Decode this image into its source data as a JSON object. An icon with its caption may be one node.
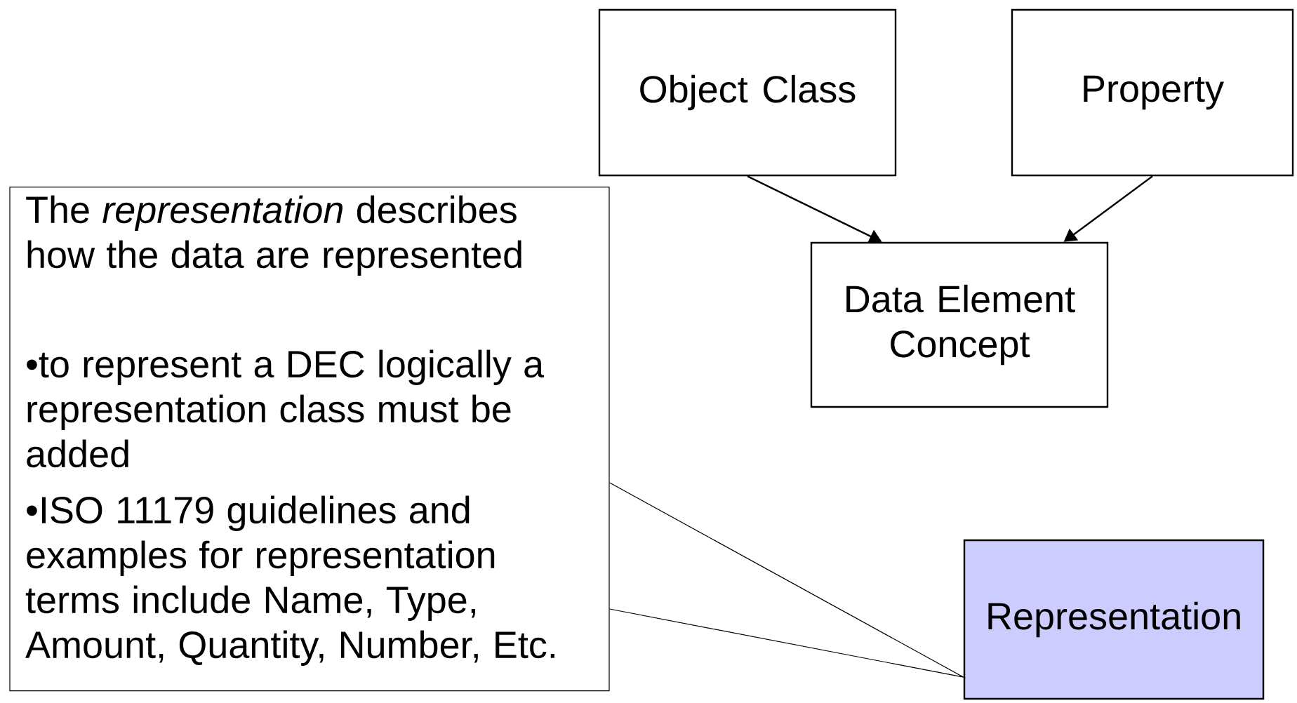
{
  "diagram": {
    "nodes": [
      {
        "text": [
          "Object Class"
        ]
      },
      {
        "text": [
          "Property"
        ]
      },
      {
        "text": [
          "The *representation* describes how the data are represented",
          "•to represent a DEC logically a representation class must be added",
          "•ISO 11179 guidelines and examples for representation terms include Name, Type, Amount, Quantity, Number, Etc."
        ]
      },
      {
        "text": [
          "Data Element Concept"
        ]
      },
      {
        "text": [
          "Representation"
        ]
      }
    ],
    "edges": [
      {
        "from": 0,
        "to": 3,
        "arrow": "to"
      },
      {
        "from": 1,
        "to": 3,
        "arrow": "to"
      },
      {
        "from": 2,
        "to": 4,
        "arrow": "none"
      }
    ]
  }
}
